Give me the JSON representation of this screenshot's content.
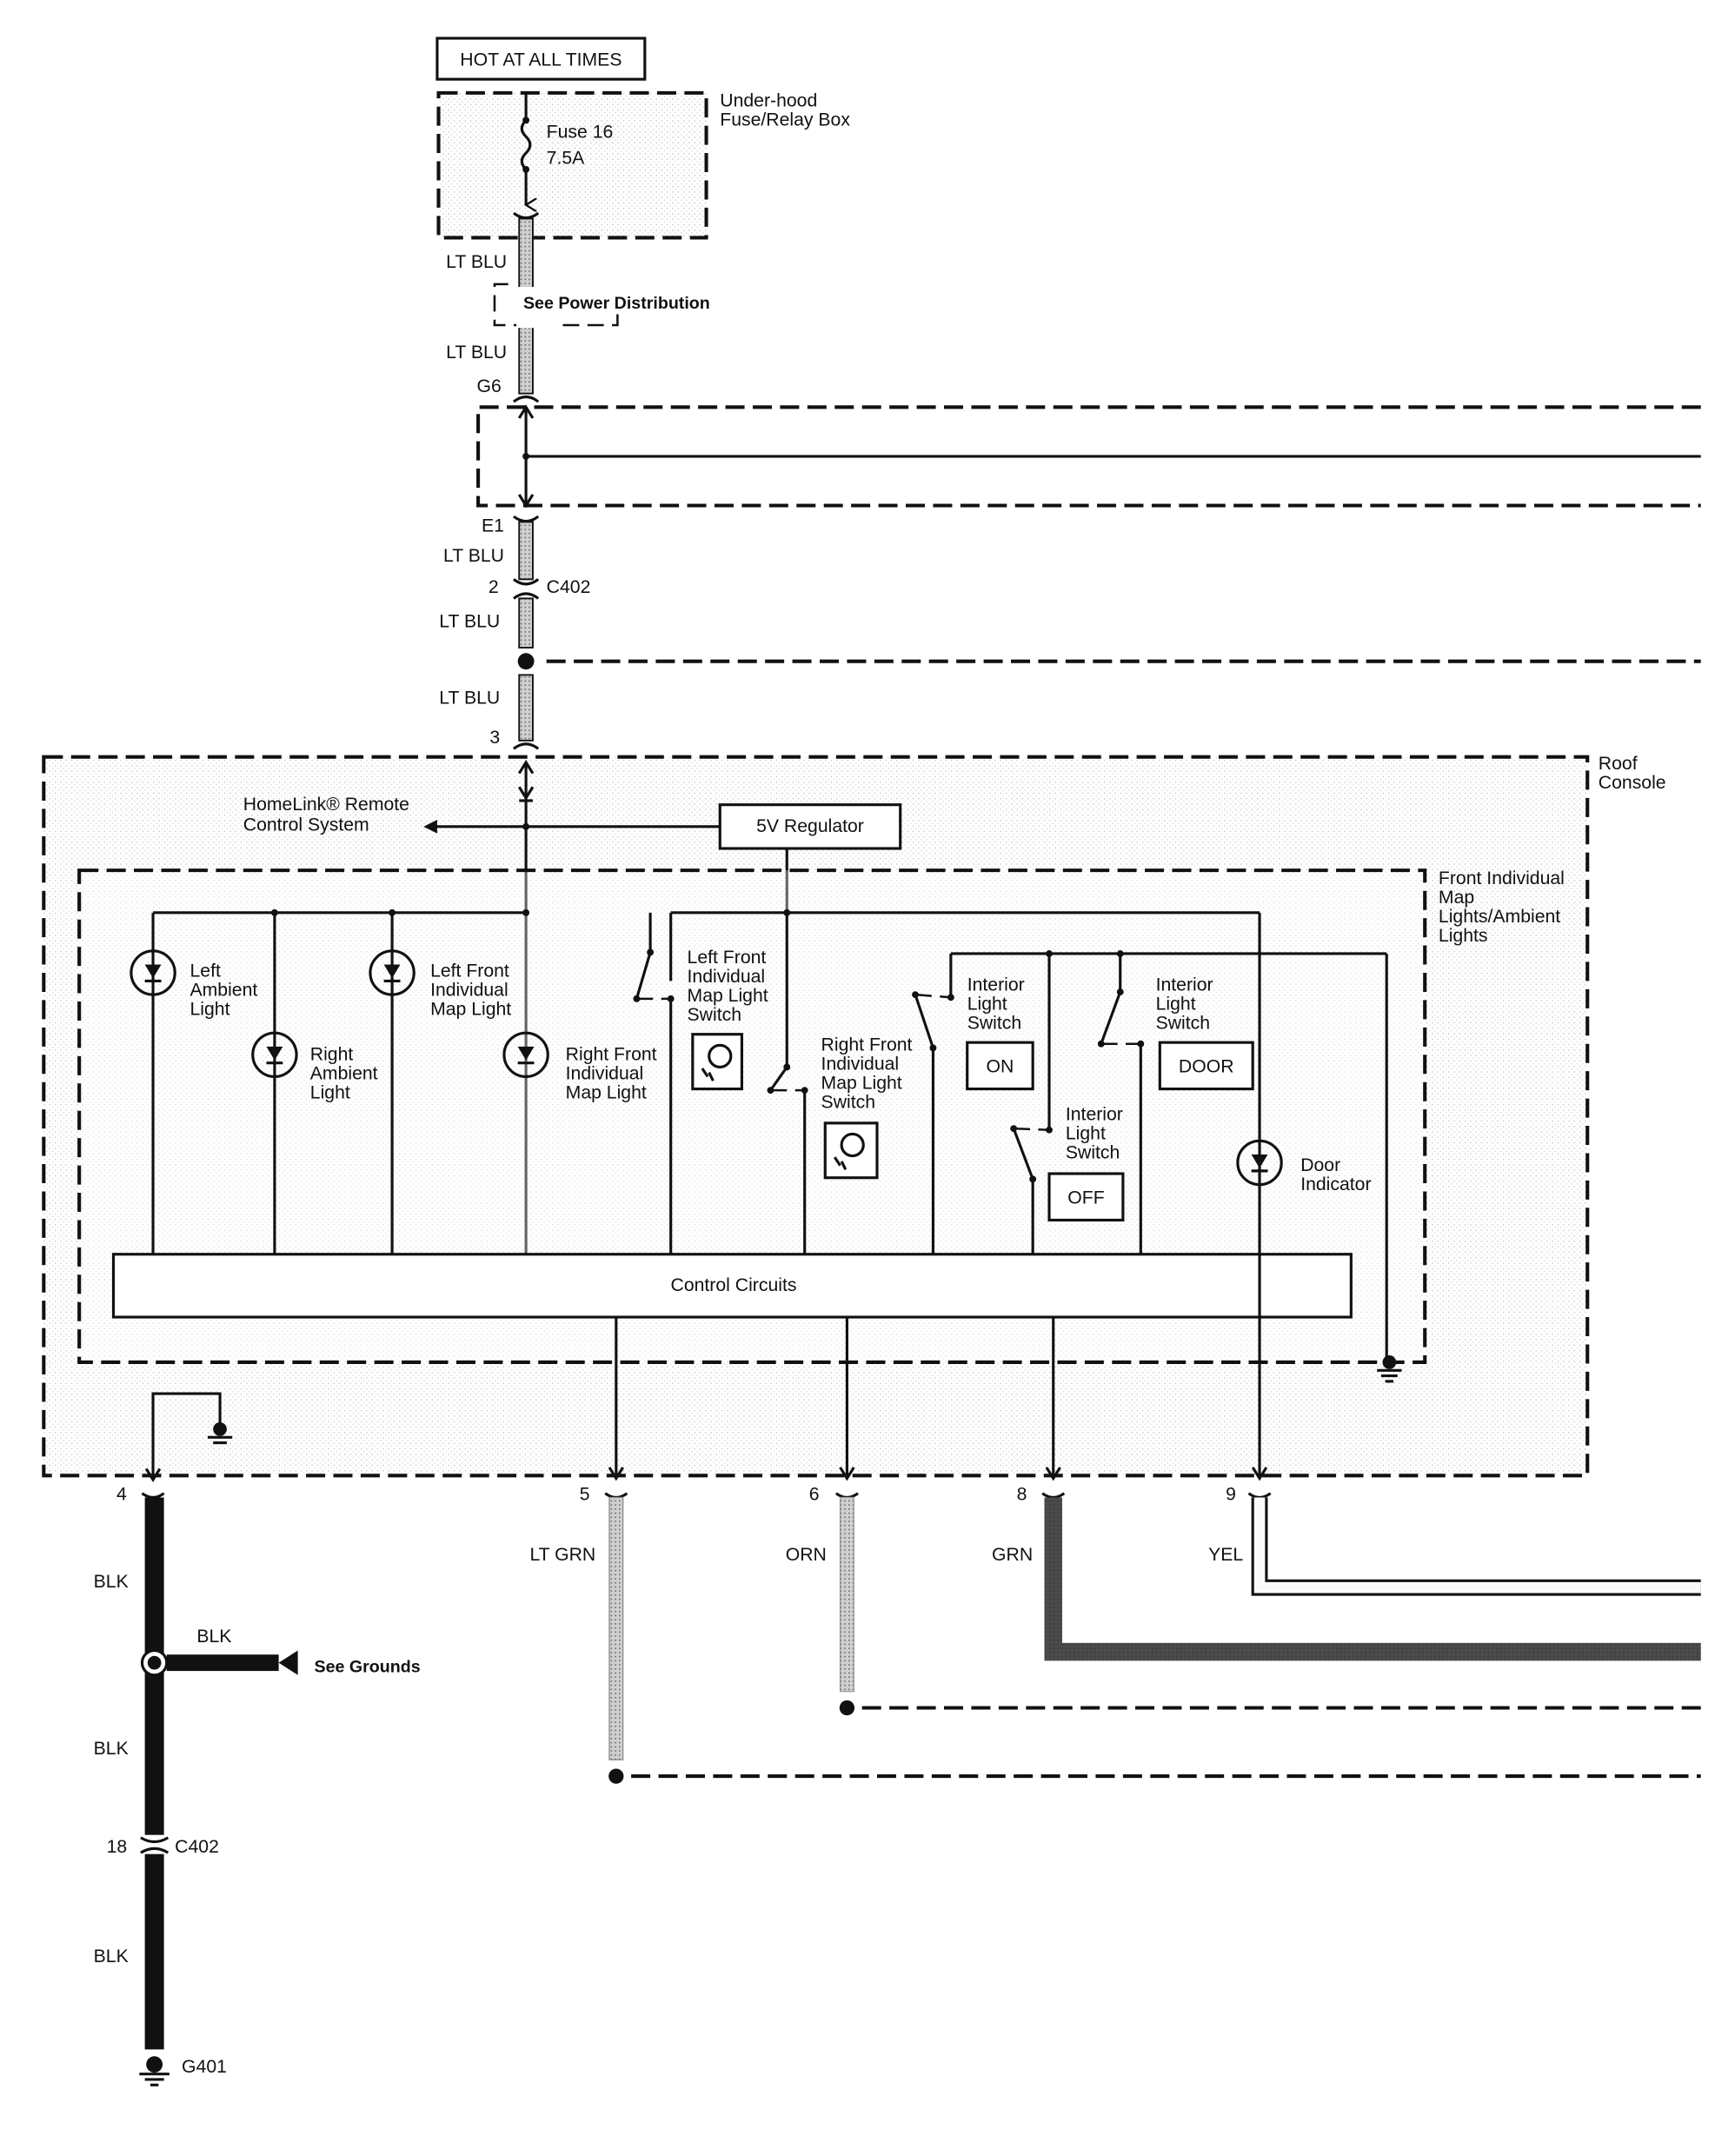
{
  "header": {
    "power_label": "HOT AT ALL TIMES"
  },
  "fuse_box": {
    "name_line1": "Under-hood",
    "name_line2": "Fuse/Relay Box",
    "fuse": "Fuse 16",
    "rating": "7.5A"
  },
  "upper_wires": {
    "wire1": "LT BLU",
    "see_power": "See Power Distribution",
    "wire2": "LT BLU",
    "conn_g6": "G6",
    "conn_e1": "E1",
    "wire3": "LT BLU",
    "c402_pin": "2",
    "c402": "C402",
    "wire4": "LT BLU",
    "wire5": "LT BLU",
    "pin3": "3"
  },
  "roof_console": {
    "name_line1": "Roof",
    "name_line2": "Console",
    "homelink_line1": "HomeLink® Remote",
    "homelink_line2": "Control System",
    "regulator": "5V Regulator"
  },
  "front_unit": {
    "name_lines": [
      "Front Individual",
      "Map",
      "Lights/Ambient",
      "Lights"
    ],
    "left_ambient": [
      "Left",
      "Ambient",
      "Light"
    ],
    "right_ambient": [
      "Right",
      "Ambient",
      "Light"
    ],
    "lf_map": [
      "Left Front",
      "Individual",
      "Map Light"
    ],
    "rf_map": [
      "Right Front",
      "Individual",
      "Map Light"
    ],
    "lf_switch": [
      "Left Front",
      "Individual",
      "Map Light",
      "Switch"
    ],
    "rf_switch": [
      "Right Front",
      "Individual",
      "Map Light",
      "Switch"
    ],
    "int_switch_on": [
      "Interior",
      "Light",
      "Switch"
    ],
    "int_switch_off": [
      "Interior",
      "Light",
      "Switch"
    ],
    "int_switch_door": [
      "Interior",
      "Light",
      "Switch"
    ],
    "on_label": "ON",
    "off_label": "OFF",
    "door_label": "DOOR",
    "door_indicator": [
      "Door",
      "Indicator"
    ],
    "control": "Control Circuits"
  },
  "bottom_wires": [
    {
      "pin": "4",
      "color": "BLK"
    },
    {
      "pin": "5",
      "color": "LT GRN"
    },
    {
      "pin": "6",
      "color": "ORN"
    },
    {
      "pin": "8",
      "color": "GRN"
    },
    {
      "pin": "9",
      "color": "YEL"
    }
  ],
  "ground": {
    "branch_color": "BLK",
    "see_grounds": "See Grounds",
    "wire_mid": "BLK",
    "c402_pin": "18",
    "c402": "C402",
    "wire_low": "BLK",
    "ground_id": "G401"
  }
}
